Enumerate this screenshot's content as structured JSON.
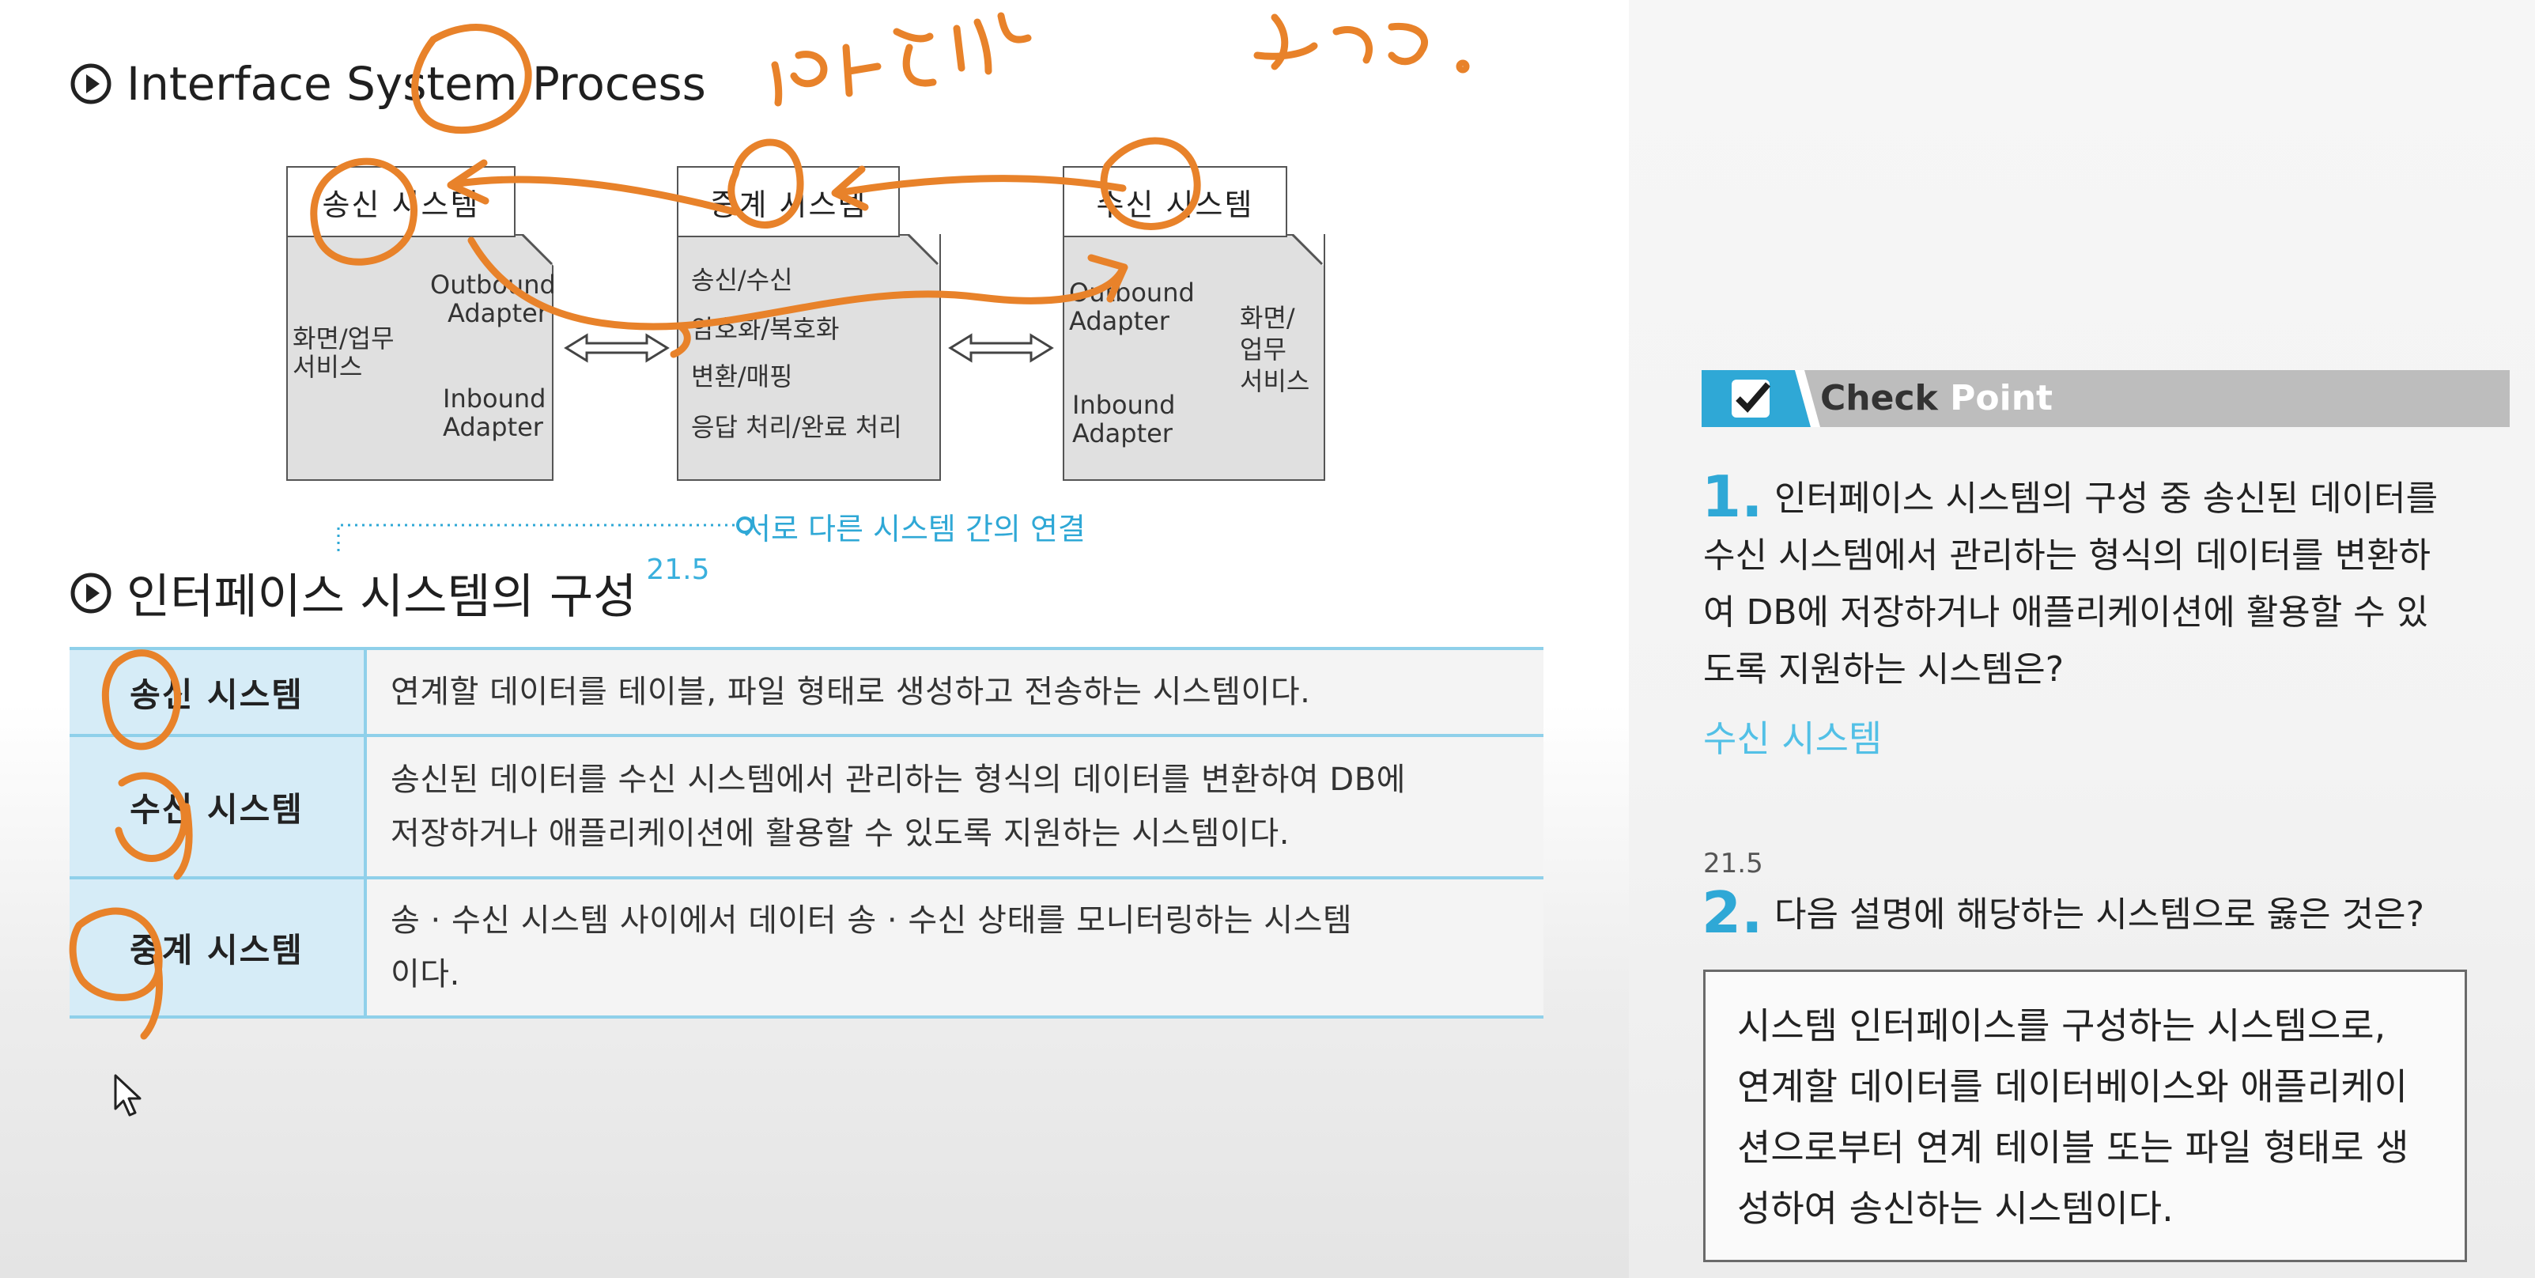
{
  "process_section": {
    "title": "Interface System Process",
    "sender": {
      "label": "송신 시스템",
      "left_text": [
        "화면/업무",
        "서비스"
      ],
      "outbound": [
        "Outbound",
        "Adapter"
      ],
      "inbound": [
        "Inbound",
        "Adapter"
      ]
    },
    "relay": {
      "label": "중계 시스템",
      "lines": [
        "송신/수신",
        "암호화/복호화",
        "변환/매핑",
        "응답 처리/완료 처리"
      ]
    },
    "receiver": {
      "label": "수신 시스템",
      "outbound": [
        "Outbound",
        "Adapter"
      ],
      "inbound": [
        "Inbound",
        "Adapter"
      ],
      "right_text": [
        "화면/",
        "업무",
        "서비스"
      ]
    },
    "caption": "서로 다른 시스템 간의 연결"
  },
  "composition_section": {
    "title": "인터페이스 시스템의 구성",
    "ref": "21.5",
    "rows": [
      {
        "term": "송신 시스템",
        "desc": [
          "연계할 데이터를 테이블, 파일 형태로 생성하고 전송하는 시스템이다."
        ]
      },
      {
        "term": "수신 시스템",
        "desc": [
          "송신된 데이터를 수신 시스템에서 관리하는 형식의 데이터를 변환하여 DB에",
          "저장하거나 애플리케이션에 활용할 수 있도록 지원하는 시스템이다."
        ]
      },
      {
        "term": "중계 시스템",
        "desc": [
          "송 · 수신 시스템 사이에서 데이터 송 · 수신 상태를 모니터링하는 시스템",
          "이다."
        ]
      }
    ]
  },
  "checkpoint": {
    "label_check": "Check",
    "label_point": "Point",
    "q1": {
      "number": "1.",
      "lines": [
        "인터페이스 시스템의 구성 중 송신된 데이터를",
        "수신 시스템에서 관리하는 형식의 데이터를 변환하",
        "여 DB에 저장하거나 애플리케이션에 활용할 수 있",
        "도록 지원하는 시스템은?"
      ],
      "answer": "수신 시스템"
    },
    "q2": {
      "ref": "21.5",
      "number": "2.",
      "question": "다음 설명에 해당하는 시스템으로 옳은 것은?",
      "box_lines": [
        "시스템 인터페이스를 구성하는 시스템으로,",
        "연계할 데이터를 데이터베이스와 애플리케이",
        "션으로부터 연계 테이블 또는 파일 형태로 생",
        "성하여 송신하는 시스템이다."
      ]
    }
  },
  "colors": {
    "accent": "#2fa8d6",
    "annotation": "#e8822a",
    "banner": "#bdbdbd"
  }
}
